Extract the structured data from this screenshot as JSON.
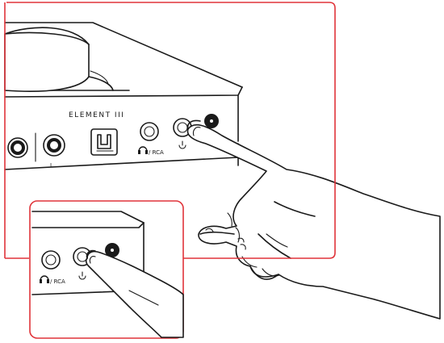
{
  "labels": {
    "device_name": "ELEMENT III",
    "left_channel": "L",
    "output_main": "/ RCA",
    "output_inset": "/ RCA"
  },
  "icons": {
    "headphone": "headphone-icon",
    "power": "power-icon",
    "optical": "optical-toslink-icon"
  },
  "colors": {
    "callout_frame": "#e0343a",
    "line_art": "#1a1a1a",
    "background": "#ffffff"
  }
}
